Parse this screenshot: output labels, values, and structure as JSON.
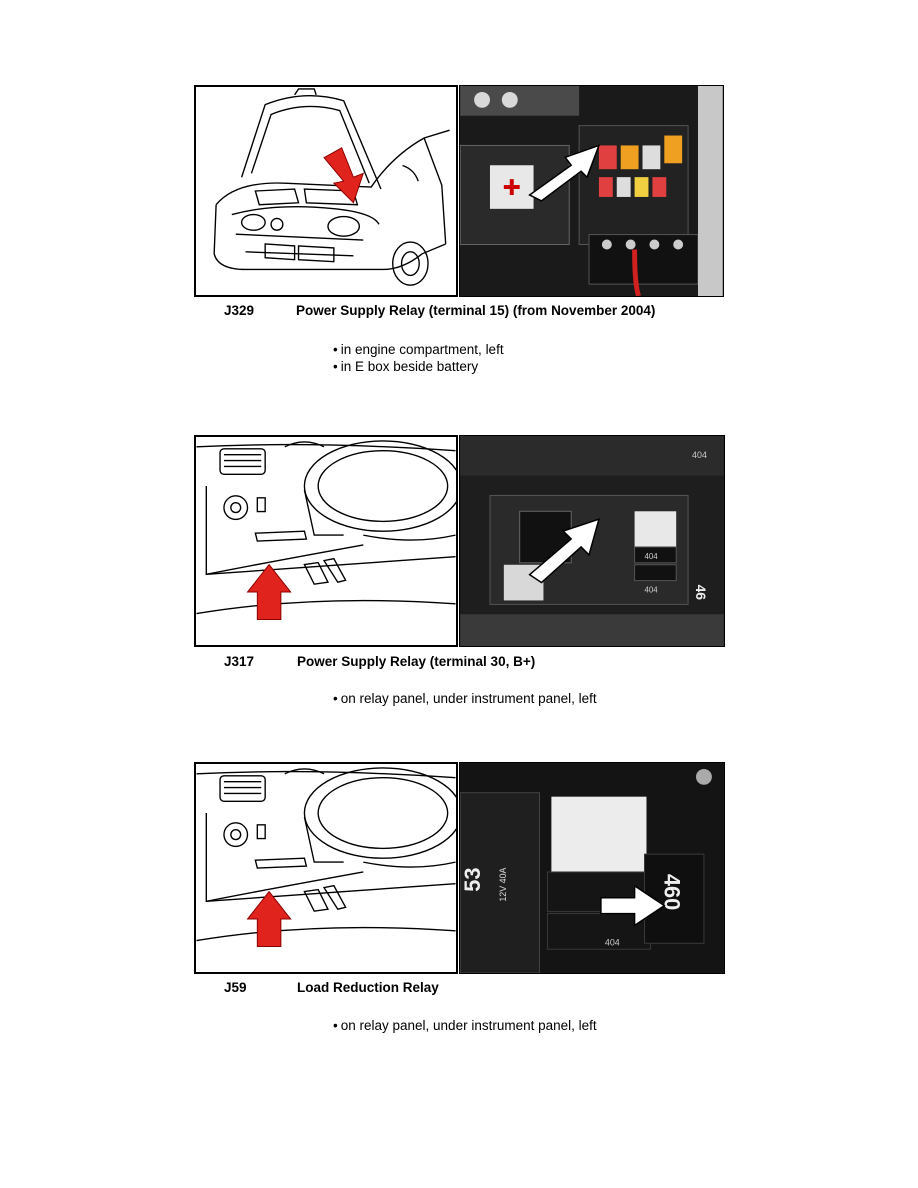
{
  "sections": [
    {
      "code": "J329",
      "title": "Power Supply Relay (terminal 15) (from November 2004)",
      "bullets": [
        "in engine compartment, left",
        "in E box beside battery"
      ],
      "illustration_icon": "car-hood-open-icon",
      "photo_icon": "fuse-box-photo-icon"
    },
    {
      "code": "J317",
      "title": "Power Supply Relay (terminal 30, B+)",
      "bullets": [
        "on relay panel, under instrument panel, left"
      ],
      "illustration_icon": "instrument-panel-icon",
      "photo_icon": "relay-panel-photo-icon",
      "photo_labels": [
        "404",
        "46",
        "404",
        "404"
      ]
    },
    {
      "code": "J59",
      "title": "Load Reduction Relay",
      "bullets": [
        "on relay panel, under instrument panel, left"
      ],
      "illustration_icon": "instrument-panel-icon",
      "photo_icon": "relay-closeup-photo-icon",
      "photo_labels": [
        "53",
        "12V 40A",
        "460",
        "404"
      ]
    }
  ],
  "colors": {
    "arrow_red": "#e0231c",
    "text": "#000000"
  }
}
